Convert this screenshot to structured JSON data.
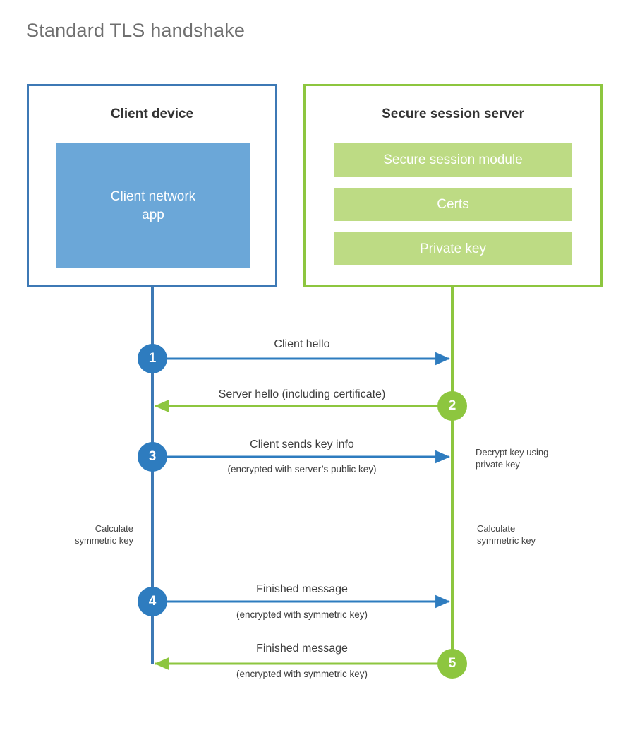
{
  "title": "Standard TLS handshake",
  "colors": {
    "client_accent": "#3d79b5",
    "client_fill": "#6ba7d8",
    "client_badge": "#2e7cbf",
    "server_accent": "#8dc63f",
    "server_fill": "#bddb84",
    "server_badge": "#8dc63f",
    "text": "#3c3c3c",
    "title_text": "#6f6f6f",
    "background": "#ffffff"
  },
  "client": {
    "title": "Client device",
    "app_label": "Client network\napp"
  },
  "server": {
    "title": "Secure session server",
    "modules": [
      {
        "label": "Secure session module"
      },
      {
        "label": "Certs"
      },
      {
        "label": "Private key"
      }
    ]
  },
  "steps": [
    {
      "number": "1",
      "side": "client",
      "direction": "client-to-server",
      "label": "Client hello",
      "sublabel": ""
    },
    {
      "number": "2",
      "side": "server",
      "direction": "server-to-client",
      "label": "Server hello (including certificate)",
      "sublabel": ""
    },
    {
      "number": "3",
      "side": "client",
      "direction": "client-to-server",
      "label": "Client sends key info",
      "sublabel": "(encrypted with server’s public key)"
    },
    {
      "number": "4",
      "side": "client",
      "direction": "client-to-server",
      "label": "Finished message",
      "sublabel": "(encrypted with symmetric key)"
    },
    {
      "number": "5",
      "side": "server",
      "direction": "server-to-client",
      "label": "Finished message",
      "sublabel": "(encrypted with symmetric key)"
    }
  ],
  "notes": {
    "server_decrypt": "Decrypt key using\nprivate key",
    "client_calculate": "Calculate\nsymmetric key",
    "server_calculate": "Calculate\nsymmetric key"
  }
}
